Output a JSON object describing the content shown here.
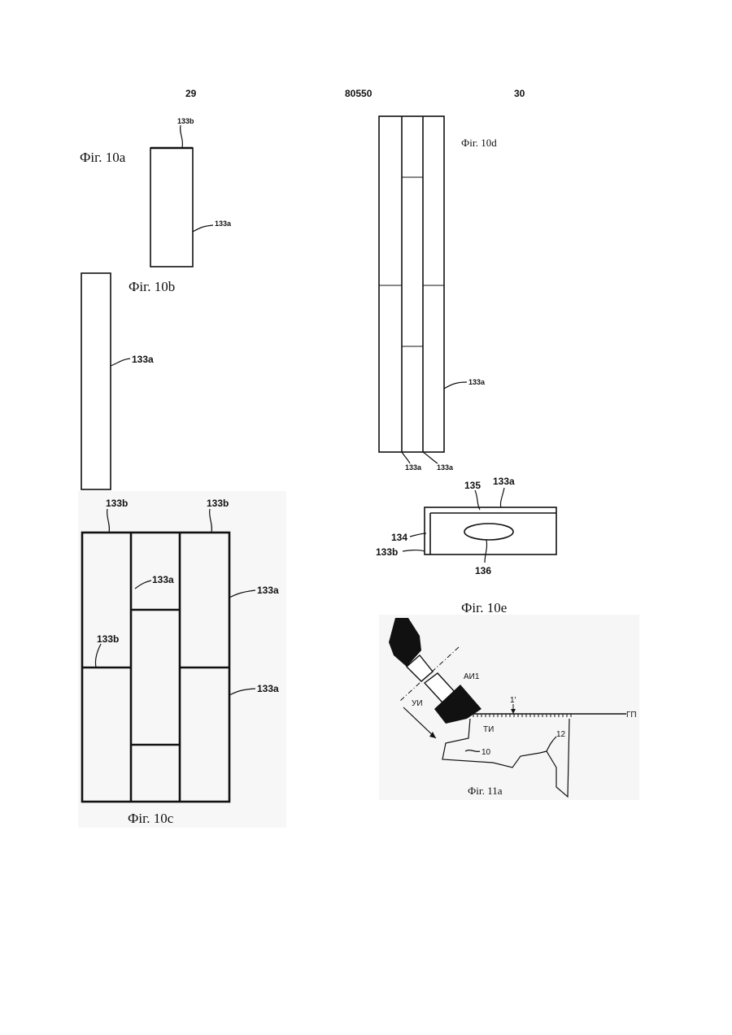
{
  "header": {
    "page_left": "29",
    "doc_number": "80550",
    "page_right": "30"
  },
  "figures": {
    "fig10a": {
      "caption": "Фіг. 10a",
      "label_top": "133b",
      "label_side": "133a"
    },
    "fig10b": {
      "caption": "Фіг. 10b",
      "label_side": "133a"
    },
    "fig10c": {
      "caption": "Фіг. 10c",
      "label_top_left": "133b",
      "label_top_right": "133b",
      "label_center": "133a",
      "label_right_top": "133a",
      "label_left_mid": "133b",
      "label_right_mid": "133a"
    },
    "fig10d": {
      "caption": "Фіг. 10d",
      "label_side": "133a",
      "label_bottom_left": "133a",
      "label_bottom_right": "133a"
    },
    "fig10e": {
      "caption": "Фіг. 10e",
      "label_135": "135",
      "label_133a": "133a",
      "label_134": "134",
      "label_133b": "133b",
      "label_136": "136"
    },
    "fig11a": {
      "caption": "Фіг. 11a",
      "label_ai1": "АИ1",
      "label_1prime": "1'",
      "label_gp": "ГП",
      "label_yi": "УИ",
      "label_ti": "ТИ",
      "label_10": "10",
      "label_12": "12"
    }
  }
}
